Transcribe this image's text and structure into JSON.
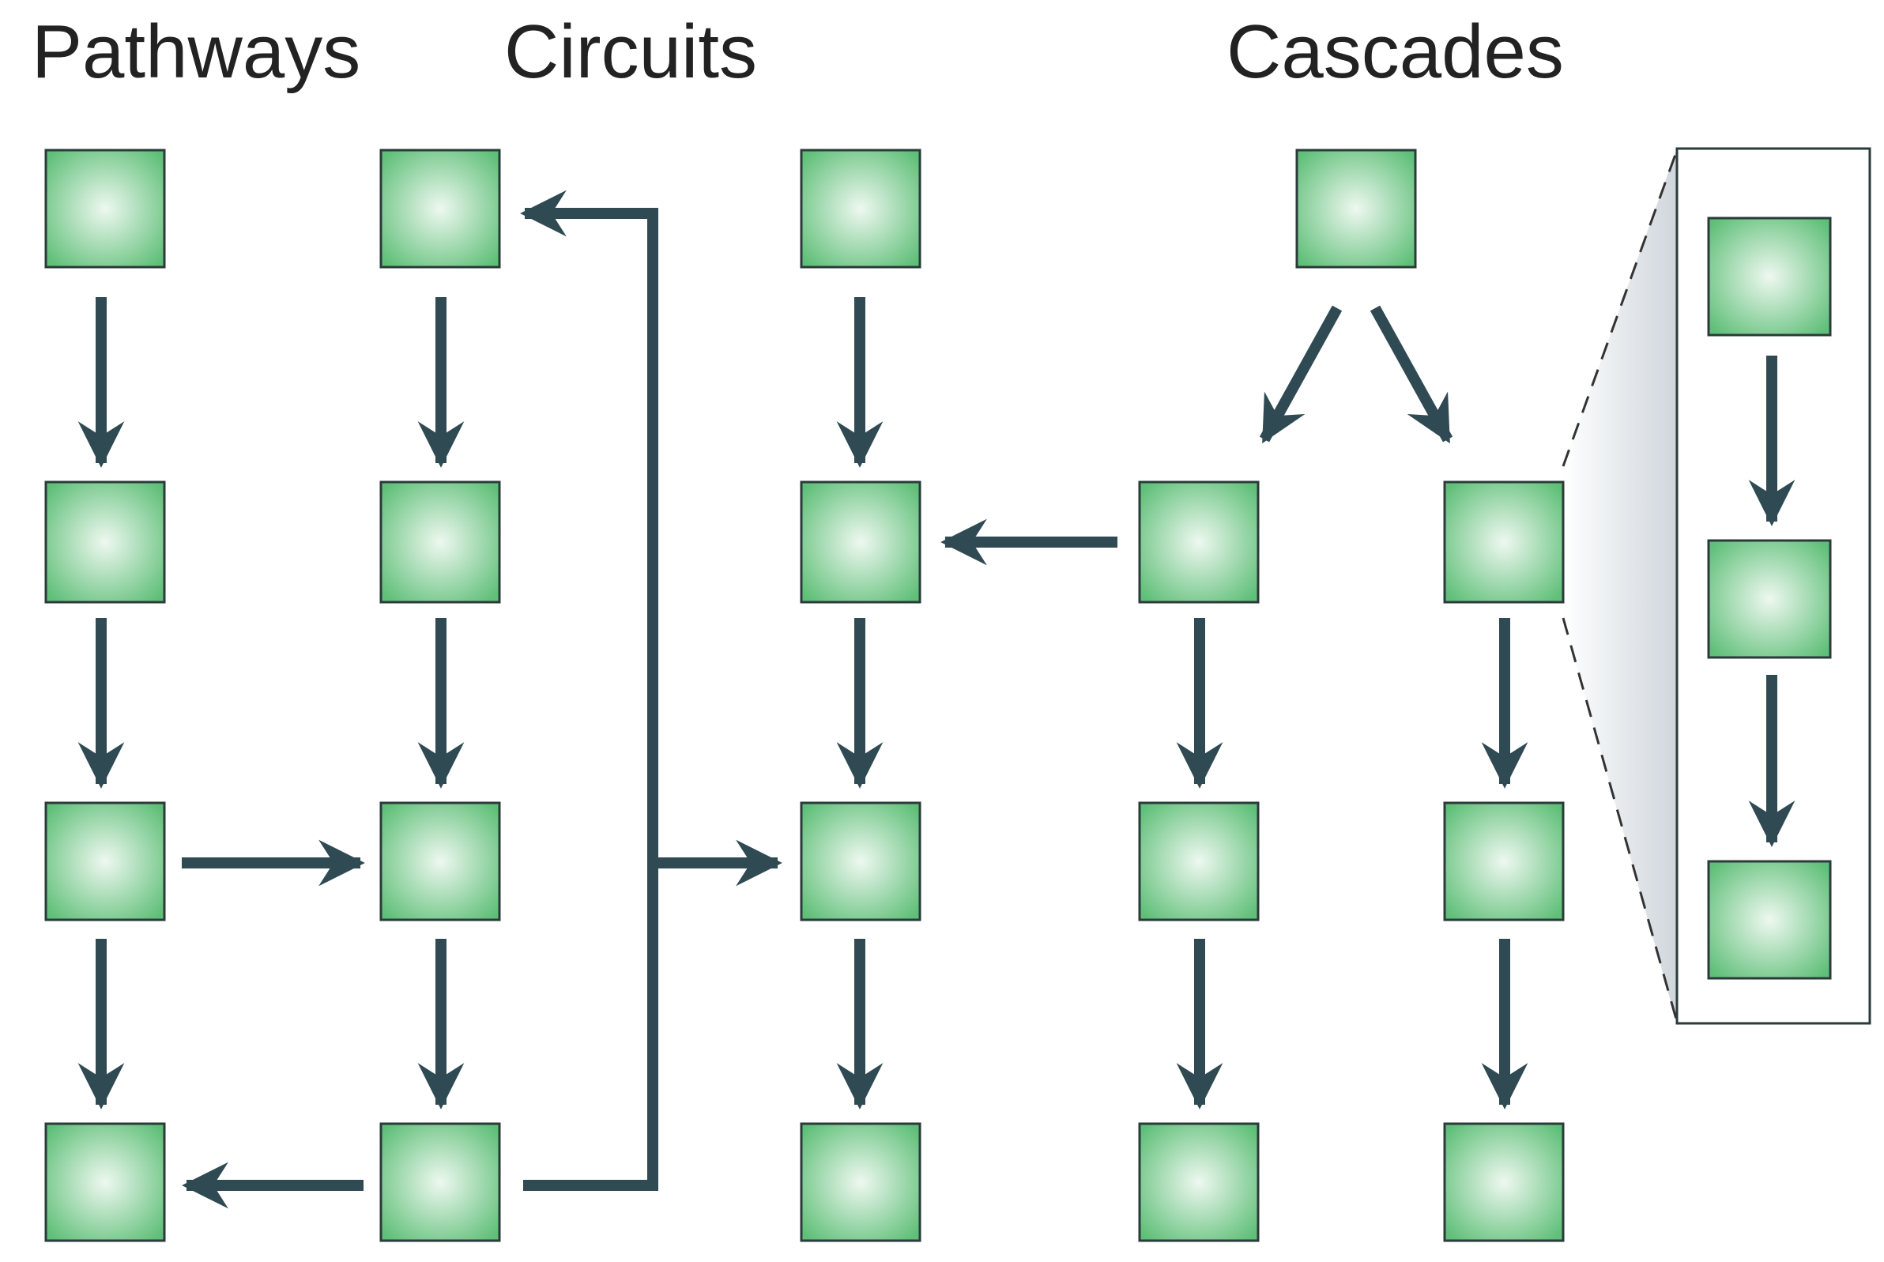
{
  "titles": {
    "pathways": "Pathways",
    "circuits": "Circuits",
    "cascades": "Cascades"
  },
  "colors": {
    "node_center": "#eef8f0",
    "node_edge": "#5fbf78",
    "node_border": "#2b3a3a",
    "arrow": "#2f4a52",
    "zoom_shade": "#cfd6dc"
  },
  "diagram": {
    "groups": [
      "pathways",
      "circuits",
      "circuits-target",
      "cascades",
      "cascades-inset"
    ],
    "edges": [
      {
        "from": "p1",
        "to": "p2"
      },
      {
        "from": "p2",
        "to": "p3"
      },
      {
        "from": "p3",
        "to": "p4"
      },
      {
        "from": "p3",
        "to": "c3"
      },
      {
        "from": "c1",
        "to": "c2"
      },
      {
        "from": "c2",
        "to": "c3"
      },
      {
        "from": "c3",
        "to": "c4"
      },
      {
        "from": "c4",
        "to": "p4"
      },
      {
        "from": "c4",
        "to": "c1"
      },
      {
        "from": "c4",
        "to": "m3"
      },
      {
        "from": "m1",
        "to": "m2"
      },
      {
        "from": "m2",
        "to": "m3"
      },
      {
        "from": "m3",
        "to": "m4"
      },
      {
        "from": "k0",
        "to": "kA2"
      },
      {
        "from": "k0",
        "to": "kB2"
      },
      {
        "from": "kA2",
        "to": "m2"
      },
      {
        "from": "kA2",
        "to": "kA3"
      },
      {
        "from": "kA3",
        "to": "kA4"
      },
      {
        "from": "kB2",
        "to": "kB3"
      },
      {
        "from": "kB3",
        "to": "kB4"
      },
      {
        "from": "i1",
        "to": "i2"
      },
      {
        "from": "i2",
        "to": "i3"
      }
    ],
    "inset_expands": "kB2"
  }
}
